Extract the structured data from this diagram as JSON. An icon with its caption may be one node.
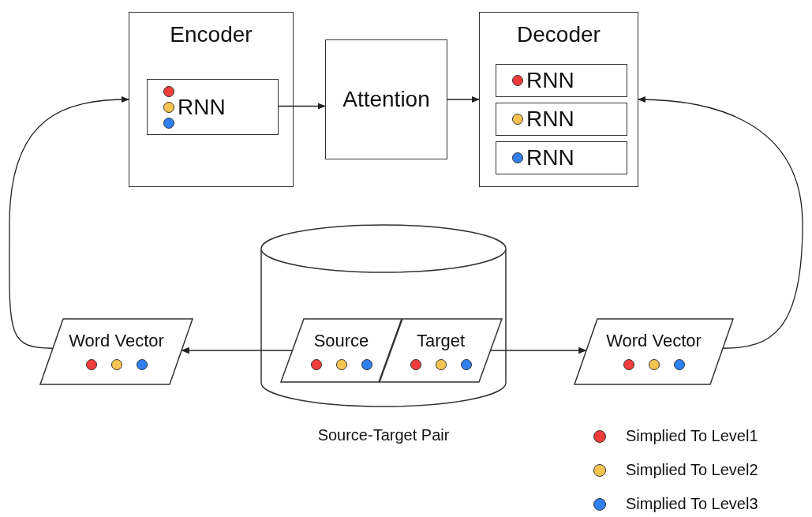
{
  "diagram": {
    "nodes": [
      {
        "text": [
          "Encoder"
        ]
      },
      {
        "text": [
          "RNN"
        ],
        "in": 0
      },
      {
        "text": [
          "Attention"
        ]
      },
      {
        "text": [
          "Decoder"
        ]
      },
      {
        "text": [
          "RNN"
        ],
        "in": 3
      },
      {
        "text": [
          "RNN"
        ],
        "in": 3
      },
      {
        "text": [
          "RNN"
        ],
        "in": 3
      },
      {
        "text": [],
        "shape": "cylinder",
        "beside": [
          "Source-Target Pair"
        ]
      },
      {
        "text": [
          "Source"
        ],
        "in": 7
      },
      {
        "text": [
          "Target"
        ],
        "in": 7
      },
      {
        "text": [
          "Word Vector"
        ]
      },
      {
        "text": [
          "Word Vector"
        ]
      }
    ],
    "edges": [
      {
        "from": 1,
        "to": 2,
        "arrow": "to"
      },
      {
        "from": 2,
        "to": 3,
        "arrow": "to"
      },
      {
        "from": 8,
        "to": 10,
        "arrow": "to"
      },
      {
        "from": 9,
        "to": 11,
        "arrow": "to"
      },
      {
        "from": 10,
        "to": 0,
        "arrow": "to"
      },
      {
        "from": 11,
        "to": 3,
        "arrow": "to"
      }
    ],
    "legend": [
      {
        "text": "Simplied To Level1",
        "color": "#f03c3c"
      },
      {
        "text": "Simplied To Level2",
        "color": "#f5c451"
      },
      {
        "text": "Simplied To Level3",
        "color": "#2f7ff0"
      }
    ]
  }
}
